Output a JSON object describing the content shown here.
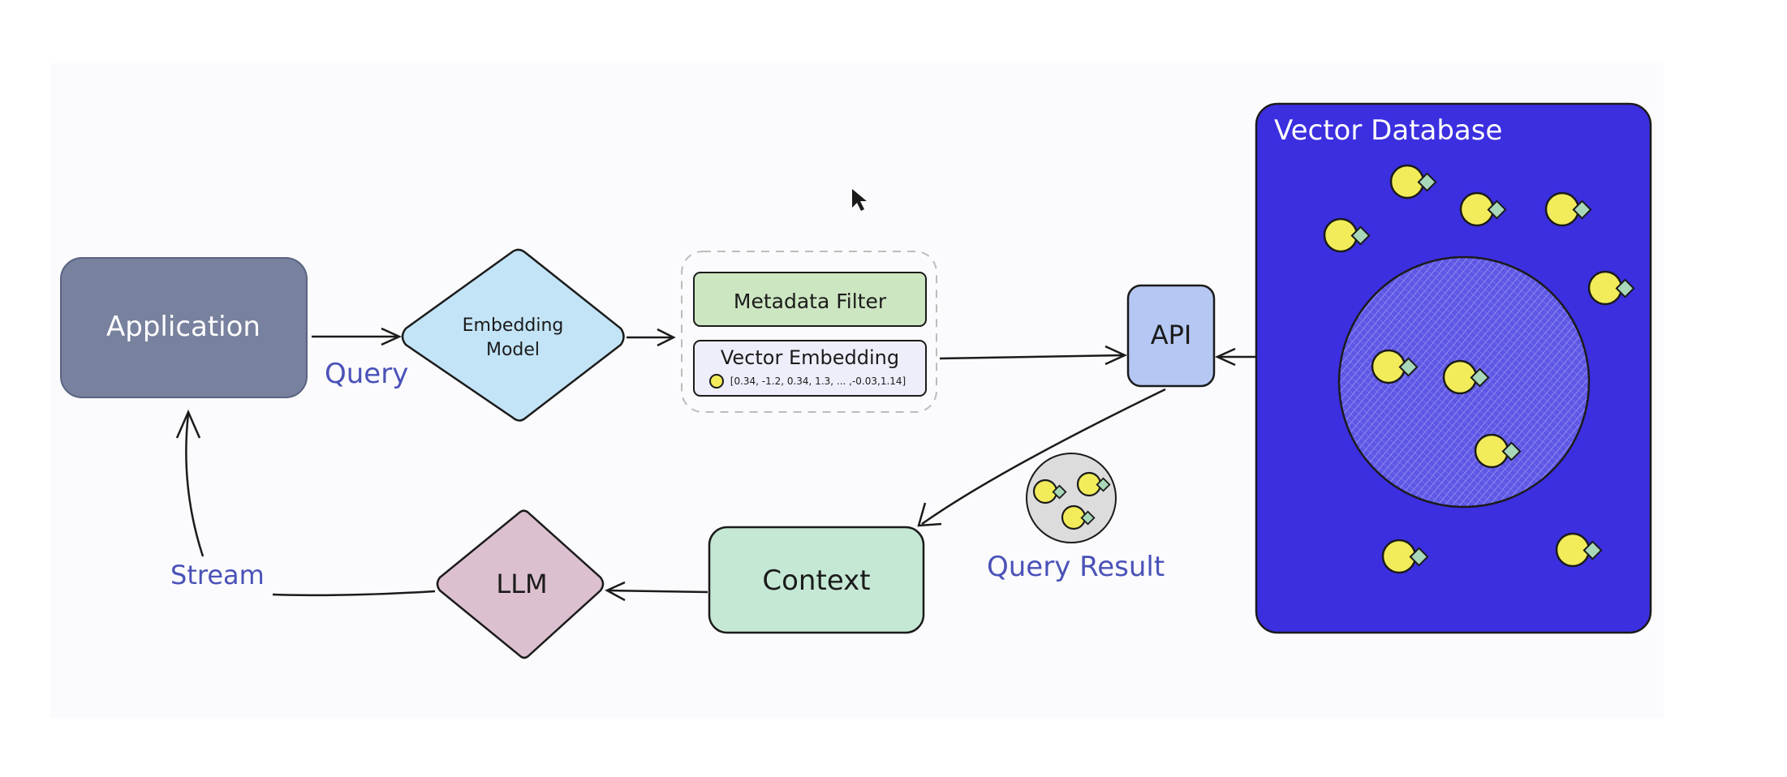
{
  "nodes": {
    "application": "Application",
    "embedding_model_line1": "Embedding",
    "embedding_model_line2": "Model",
    "metadata_filter": "Metadata Filter",
    "vector_embedding": "Vector Embedding",
    "vector_values": "[0.34, -1.2, 0.34, 1.3, ... ,-0.03,1.14]",
    "api": "API",
    "vector_database": "Vector Database",
    "context": "Context",
    "llm": "LLM"
  },
  "edge_labels": {
    "query": "Query",
    "query_result": "Query Result",
    "stream": "Stream"
  },
  "colors": {
    "application": "#78829f",
    "embedding_model": "#c3e4f7",
    "metadata_filter": "#cde6c2",
    "vector_embedding": "#eeeefb",
    "api": "#b5c8f3",
    "vector_database": "#3b2fe0",
    "context": "#c5e8d5",
    "llm": "#dcc0d0",
    "edge_label": "#4a52b8",
    "vector_point": "#f2ec5a",
    "vector_point_tag": "#a8d8b9"
  }
}
